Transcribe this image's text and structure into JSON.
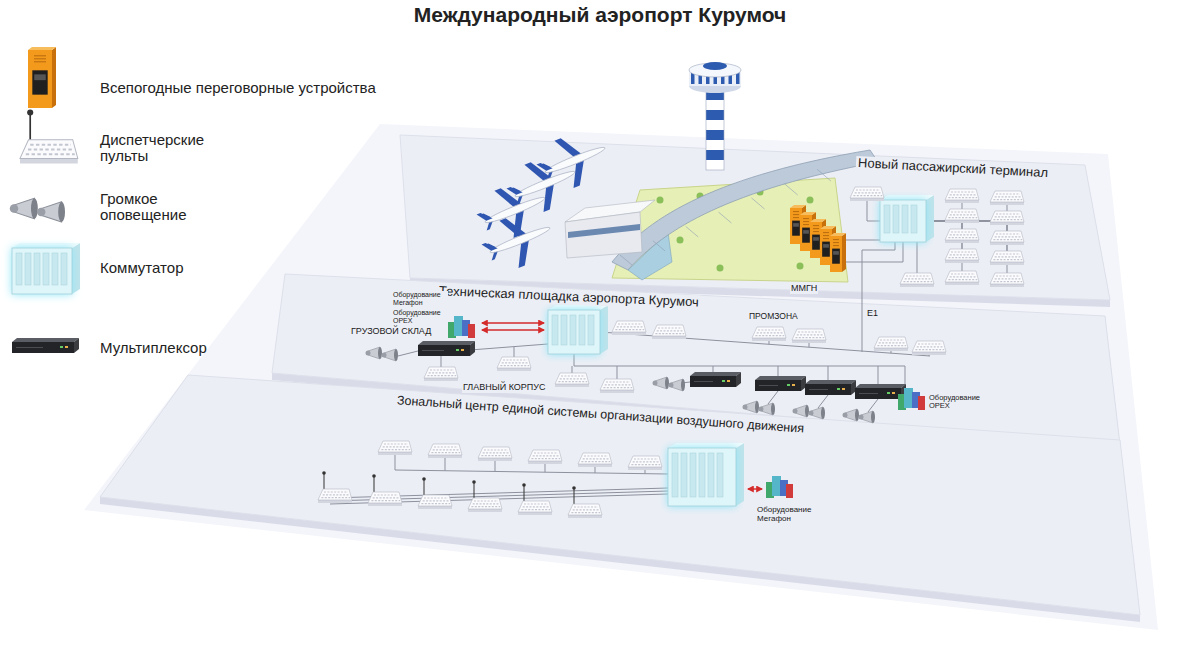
{
  "diagram": {
    "title": "Международный аэропорт Курумоч",
    "nodes": [
      {
        "text": [
          "Новый пассажирский терминал"
        ]
      },
      {
        "text": [
          "Техническая площадка аэропорта Курумоч"
        ]
      },
      {
        "text": [
          "Зональный центр единой системы организации воздушного движения"
        ]
      }
    ],
    "labels": [
      "ММГН",
      "E1",
      "ПРОМЗОНА",
      "Оборудование Мегафон",
      "Оборудование ОРЕХ",
      "ГРУЗОВОЙ СКЛАД",
      "ГЛАВНЫЙ КОРПУС",
      "Оборудование ОРЕХ",
      "Оборудование Мегафон"
    ],
    "legend": [
      {
        "text": "Всепогодные переговорные устройства"
      },
      {
        "text": "Диспетчерские пульты"
      },
      {
        "text": "Громкое оповещение"
      },
      {
        "text": "Коммутатор"
      },
      {
        "text": "Мультиплексор"
      }
    ]
  }
}
